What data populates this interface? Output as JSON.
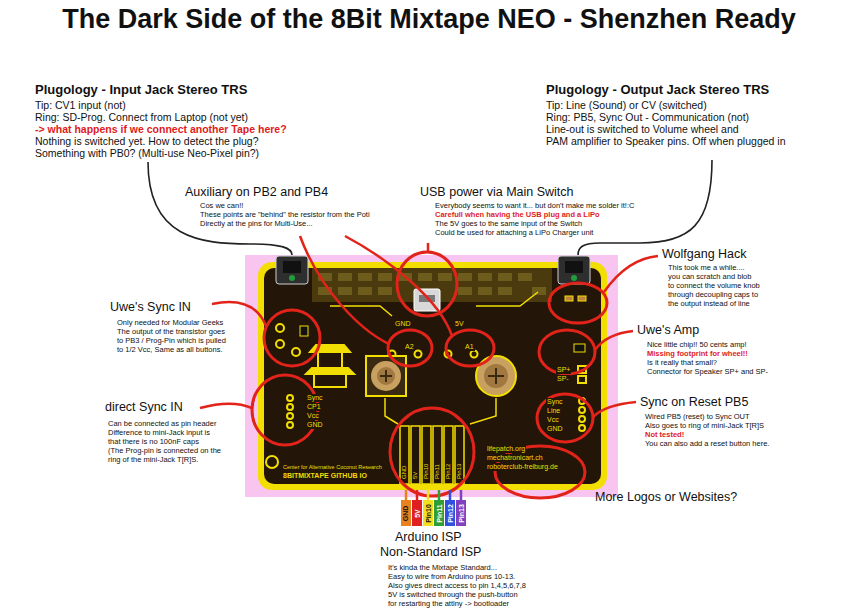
{
  "diagram": {
    "title": "The Dark Side of the 8Bit Mixtape NEO - Shenzhen Ready",
    "nodes": [
      {
        "text": [
          "GND",
          "5V",
          "A2",
          "A1",
          "Sync",
          "CP1",
          "Vcc",
          "GND",
          "SP+",
          "SP-",
          "Sync",
          "Line",
          "Vcc",
          "GND",
          "Center for Alternative Coconut Research",
          "8BITMIXTAPE GITHUB IO",
          "lifepatch.org",
          "mechatronicart.ch",
          "roboterclub-freiburg.de",
          "GND",
          "5V",
          "Pin10",
          "Pin11",
          "Pin12",
          "Pin13"
        ]
      },
      {
        "text": [
          "GND"
        ]
      },
      {
        "text": [
          "5V"
        ]
      },
      {
        "text": [
          "Pin10"
        ]
      },
      {
        "text": [
          "Pin11"
        ]
      },
      {
        "text": [
          "Pin12"
        ]
      },
      {
        "text": [
          "Pin13"
        ]
      }
    ],
    "edges": [
      {
        "from": 1,
        "to": 0,
        "arrow": "none"
      },
      {
        "from": 2,
        "to": 0,
        "arrow": "none"
      },
      {
        "from": 3,
        "to": 0,
        "arrow": "none"
      },
      {
        "from": 4,
        "to": 0,
        "arrow": "none"
      },
      {
        "from": 5,
        "to": 0,
        "arrow": "none"
      },
      {
        "from": 6,
        "to": 0,
        "arrow": "none"
      }
    ],
    "labels": [
      "Plugology - Input Jack Stereo TRS",
      "Tip: CV1 input (not)",
      "Ring: SD-Prog. Connect from Laptop (not yet)",
      "-> what happens if we connect another Tape here?",
      "Nothing is switched yet. How to detect the plug?",
      "Something with PB0? (Multi-use Neo-Pixel pin?)",
      "Plugology - Output Jack Stereo TRS",
      "Tip: Line (Sound) or CV (switched)",
      "Ring: PB5, Sync Out - Communication (not)",
      "Line-out is switched to Volume wheel and",
      "PAM amplifier to Speaker pins. Off when plugged in",
      "Auxiliary on PB2 and PB4",
      "Cos we can!!",
      "These points are \"behind\" the resistor from the Poti",
      "Directly at the pins for Multi-Use...",
      "USB power via Main Switch",
      "Everybody seems to want it... but don't make me solder it!:C",
      "Carefull when having the USB plug and a LiPo",
      "The 5V goes to the same input of the Switch",
      "Could be used for attaching a LiPo Charger unit",
      "Wolfgang Hack",
      "This took me a while....",
      "you can scratch and blob",
      "to connect the volume knob",
      "through decoupling caps to",
      "the output instead of line",
      "Uwe's Sync IN",
      "Only needed for Modular Geeks",
      "The output of the transistor goes",
      "to PB3 / Prog-Pin which is pulled",
      "to 1/2 Vcc, Same as all buttons.",
      "Uwe's Amp",
      "Nice little chip!! 50 cents amp!",
      "Missing footprint for wheel!!",
      "Is it really that small?",
      "Connector for Speaker SP+ and SP-",
      "direct Sync IN",
      "Can be connected as pin header",
      "Difference to mini-Jack input is",
      "that there is no 100nF caps",
      "(The Prog-pin is connected on the",
      "ring of the mini-Jack T[R]S.",
      "Sync on Reset PB5",
      "Wired PB5 (reset) to Sync OUT",
      "Also goes to ring of mini-Jack T[R]S",
      "Not tested!",
      "You can also add a reset button here.",
      "More Logos or Websites?",
      "Arduino ISP",
      "Non-Standard ISP",
      "It's kinda the Mixtape Standard...",
      "Easy to wire from Arduino puns 10-13.",
      "Also gives direct access to pin 1,4,5,6,7,8",
      "5V is switched through the push-button",
      "for restarting the attiny -> bootloader"
    ]
  }
}
